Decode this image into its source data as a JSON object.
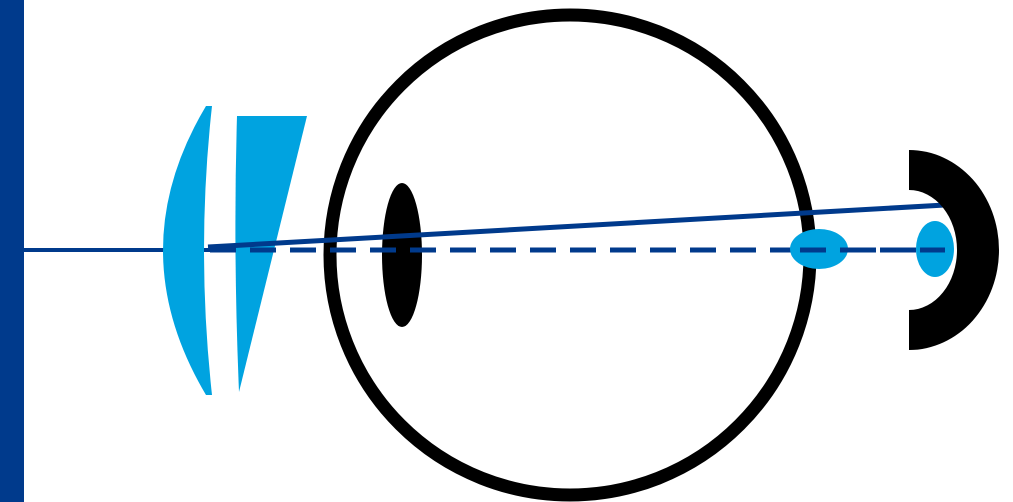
{
  "diagram": {
    "type": "optical-path-schematic",
    "colors": {
      "background": "#ffffff",
      "left_bar": "#003a8c",
      "optical_axis": "#003a8c",
      "prism": "#00a3e0",
      "lens": "#00a3e0",
      "eyeball_outline": "#000000",
      "crystalline_lens": "#000000",
      "image_spot": "#00a3e0",
      "image_surface": "#000000"
    },
    "elements": [
      {
        "name": "left-bar",
        "kind": "bar"
      },
      {
        "name": "incident-ray",
        "kind": "line"
      },
      {
        "name": "convex-lens",
        "kind": "lens"
      },
      {
        "name": "wedge-prism",
        "kind": "prism"
      },
      {
        "name": "eyeball",
        "kind": "circle"
      },
      {
        "name": "crystalline-lens",
        "kind": "ellipse"
      },
      {
        "name": "refracted-ray",
        "kind": "line"
      },
      {
        "name": "optical-axis-dashed",
        "kind": "dashed-line"
      },
      {
        "name": "retina-spot",
        "kind": "ellipse"
      },
      {
        "name": "detector-cup",
        "kind": "arc"
      },
      {
        "name": "detector-spot",
        "kind": "ellipse"
      }
    ]
  }
}
